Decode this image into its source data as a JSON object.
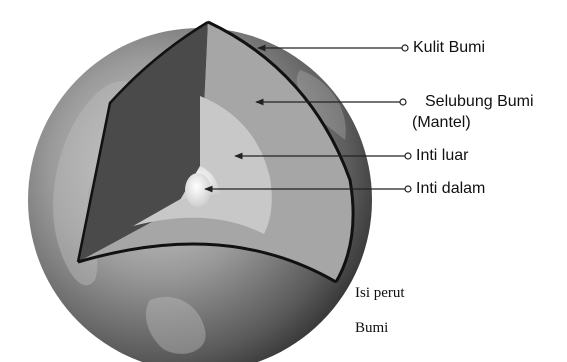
{
  "diagram": {
    "labels": {
      "crust": "Kulit Bumi",
      "mantle_line1": "Selubung Bumi",
      "mantle_line2": "(Mantel)",
      "outer_core": "Inti luar",
      "inner_core": "Inti dalam"
    },
    "caption": {
      "line1": "Isi perut",
      "line2": "Bumi"
    }
  },
  "colors": {
    "mantle": "#a6a6a6",
    "outer_core": "#c8c8c8",
    "inner_core": "#ececec",
    "crust_edge": "#111111",
    "leader_line": "#222222"
  }
}
